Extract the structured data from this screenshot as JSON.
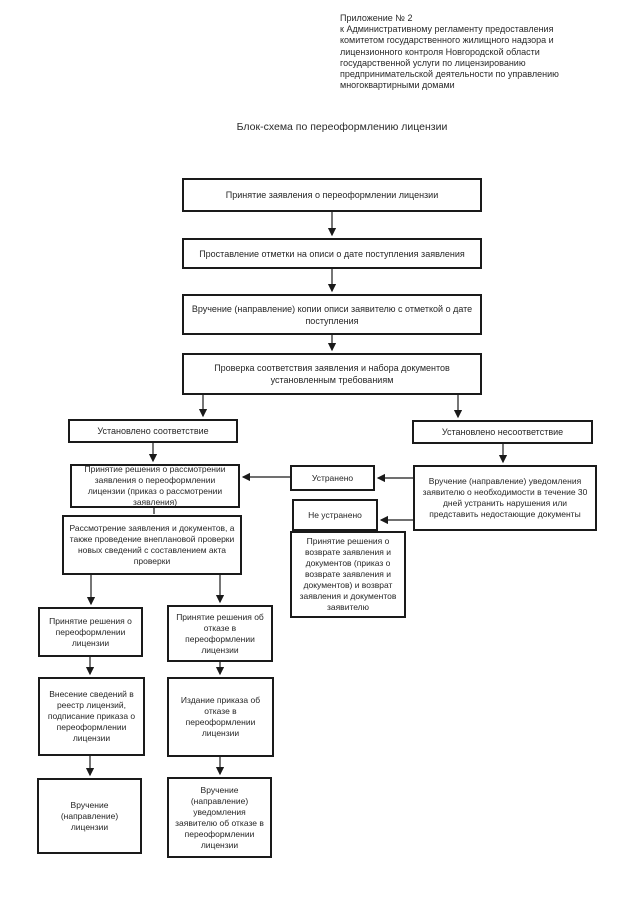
{
  "header_lines": [
    "Приложение № 2",
    "к Административному регламенту предоставления",
    "комитетом государственного жилищного надзора и",
    "лицензионного контроля Новгородской области",
    "государственной услуги по лицензированию",
    "предпринимательской деятельности по управлению",
    "многоквартирными домами"
  ],
  "title": "Блок-схема по переоформлению лицензии",
  "nodes": {
    "accept_application": "Принятие заявления о переоформлении лицензии",
    "mark_inventory": "Проставление отметки на описи о дате поступления заявления",
    "deliver_copy": "Вручение (направление) копии описи заявителю с отметкой о дате поступления",
    "check_compliance": "Проверка соответствия заявления и набора документов установленным требованиям",
    "compliance_found": "Установлено соответствие",
    "noncompliance_found": "Установлено несоответствие",
    "decision_to_review": "Принятие решения о рассмотрении заявления о переоформлении лицензии (приказ о рассмотрении заявления)",
    "review_application": "Рассмотрение заявления и документов, а также проведение внеплановой проверки новых сведений с составлением акта проверки",
    "notify_fix": "Вручение (направление) уведомления заявителю о необходимости в течение 30 дней устранить нарушения или представить недостающие документы",
    "fixed": "Устранено",
    "not_fixed": "Не устранено",
    "return_decision": "Принятие решения о возврате заявления и документов (приказ о возврате заявления и документов) и возврат заявления и документов заявителю",
    "reissue_decision": "Принятие решения о переоформлении лицензии",
    "register_entry": "Внесение сведений в реестр лицензий, подписание приказа о переоформлении лицензии",
    "deliver_license": "Вручение (направление) лицензии",
    "refusal_decision": "Принятие решения об отказе в переоформлении лицензии",
    "refusal_order": "Издание приказа об отказе в переоформлении лицензии",
    "deliver_refusal": "Вручение (направление) уведомления заявителю об отказе в переоформлении лицензии"
  },
  "line_color": "#1a1a1a"
}
